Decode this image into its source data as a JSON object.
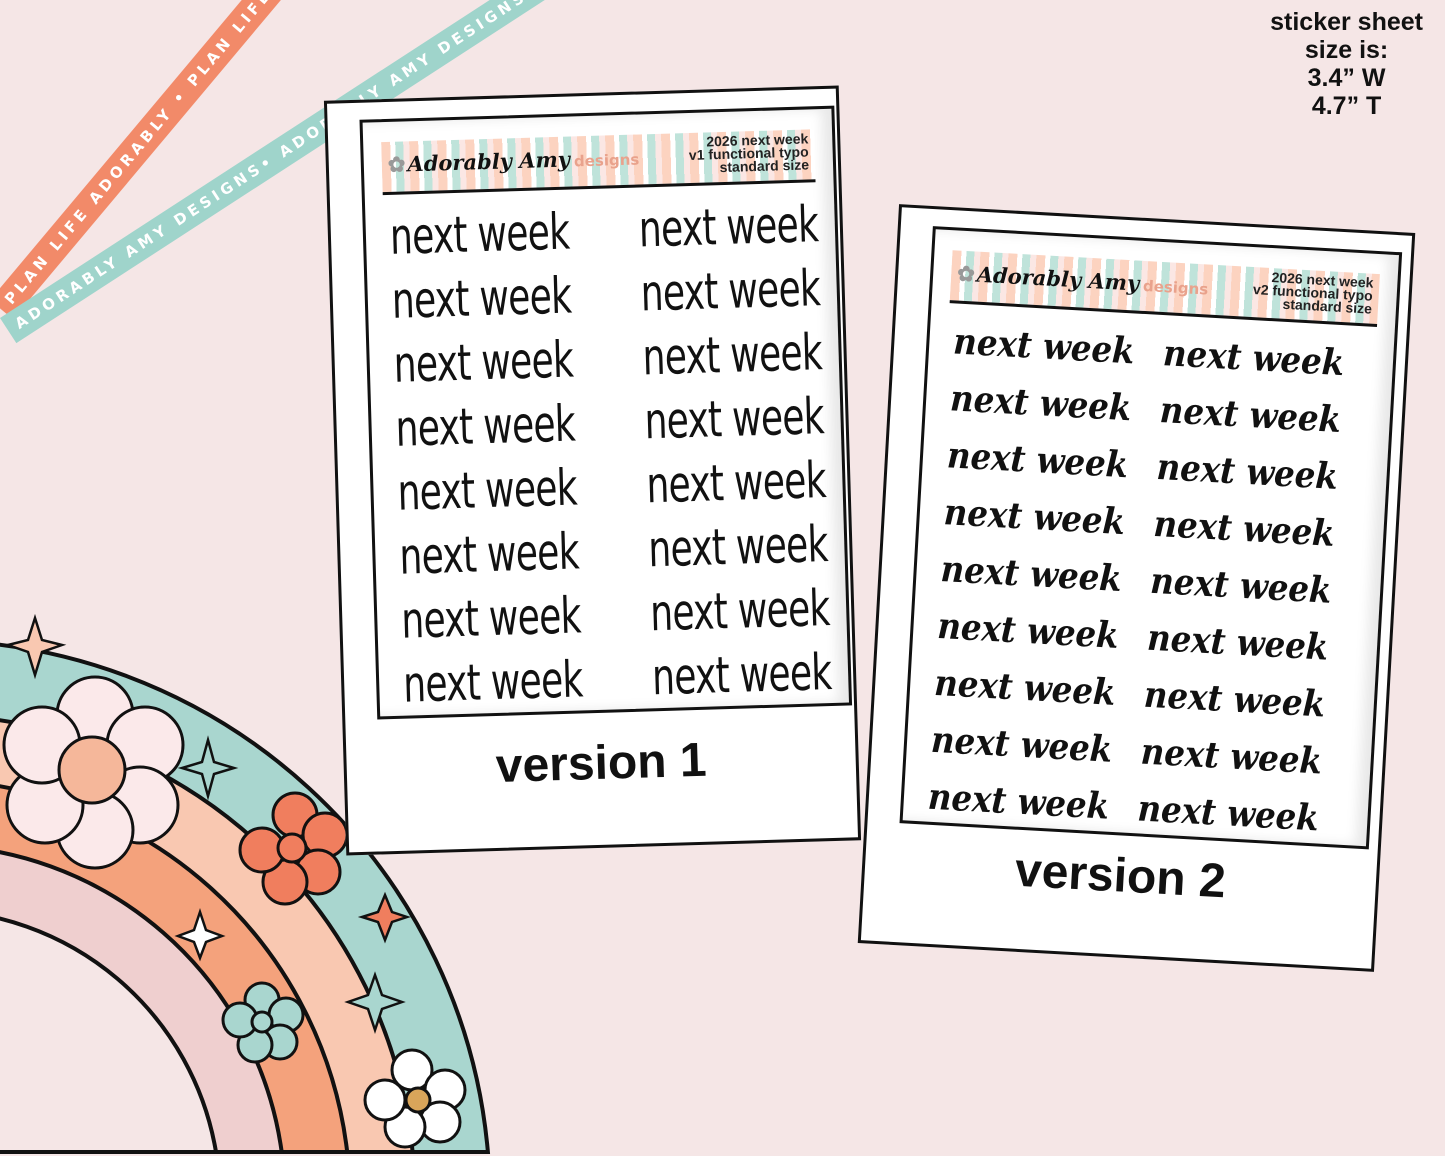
{
  "ribbons": {
    "orange_text": "PLAN LIFE ADORABLY • PLAN LIFE ADORABLY • PLAN LIFE ADORABLY",
    "teal_text": "ADORABLY AMY DESIGNS• ADORABLY AMY DESIGNS• ADORABLY AMY DESIGNS"
  },
  "size_info": {
    "line1": "sticker sheet",
    "line2": "size is:",
    "line3": "3.4” W",
    "line4": "4.7” T"
  },
  "sheets": [
    {
      "logo": "Adorably Amy",
      "logo_sub": "designs",
      "info1": "2026 next week",
      "info2": "v1 functional typo",
      "info3": "standard size",
      "word": "next week",
      "count": 16,
      "version_label": "version 1"
    },
    {
      "logo": "Adorably Amy",
      "logo_sub": "designs",
      "info1": "2026 next week",
      "info2": "v2 functional typo",
      "info3": "standard size",
      "word": "next week",
      "count": 18,
      "version_label": "version 2"
    }
  ],
  "colors": {
    "background": "#f5e6e6",
    "orange": "#f28a69",
    "teal": "#9fd4cb",
    "peach": "#f9c8b1",
    "orange_band": "#f4a27c",
    "pink_band": "#efcfcf"
  }
}
